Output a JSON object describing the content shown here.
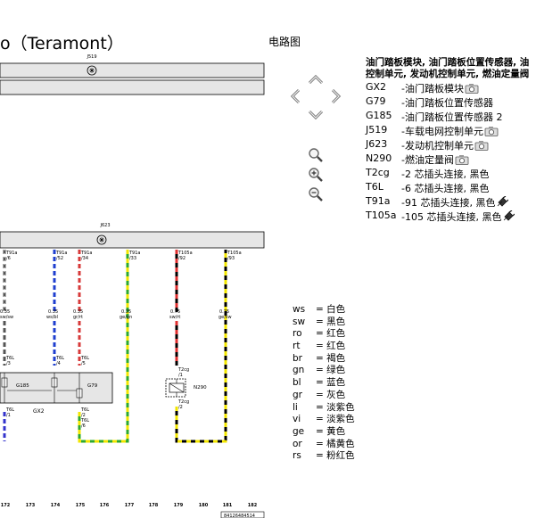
{
  "page": {
    "title": "o（Teramont）",
    "doc_label": "电路图"
  },
  "diagram": {
    "relay_top": "J519",
    "relay_mid": "J623",
    "connectors": [
      {
        "top": "T91a",
        "pin": "/6",
        "bottom": "0.35",
        "color": "sw/sw"
      },
      {
        "top": "T91a",
        "pin": "/52",
        "bottom": "0.35",
        "color": "ws/bl"
      },
      {
        "top": "T91a",
        "pin": "/34",
        "bottom": "0.35",
        "color": "gr/rt"
      },
      {
        "top": "T91a",
        "pin": "/33",
        "bottom": "0.35",
        "color": "ge/gn"
      },
      {
        "top": "T105a",
        "pin": "/92",
        "bottom": "0.75",
        "color": "sw/rt"
      },
      {
        "top": "T105a",
        "pin": "/93",
        "bottom": "0.75",
        "color": "ge/sw"
      }
    ],
    "t6l": [
      {
        "label": "T6L",
        "pin": "/3"
      },
      {
        "label": "T6L",
        "pin": "/4"
      },
      {
        "label": "T6L",
        "pin": "/5"
      }
    ],
    "t6l_bottom": [
      {
        "label": "T6L",
        "pin": "/1"
      },
      {
        "label": "T6L",
        "pin": "/2"
      },
      {
        "label": "T6L",
        "pin": "/6"
      }
    ],
    "sensor_g185": "G185",
    "sensor_g79": "G79",
    "module": "GX2",
    "valve": "N290",
    "t2cg_top": "T2cg",
    "t2cg_top_pin": "/1",
    "t2cg_bot": "T2cg",
    "t2cg_bot_pin": "/2",
    "ticks": [
      "172",
      "173",
      "174",
      "175",
      "176",
      "177",
      "178",
      "179",
      "180",
      "181",
      "182"
    ],
    "part_number": "84126484514"
  },
  "legend": {
    "heading_line1": "油门踏板模块, 油门踏板位置传感器, 油",
    "heading_line2": "控制单元, 发动机控制单元, 燃油定量阀",
    "components": [
      {
        "code": "GX2",
        "desc": "-油门踏板模块",
        "icon": "camera-icon"
      },
      {
        "code": "G79",
        "desc": "-油门踏板位置传感器",
        "icon": ""
      },
      {
        "code": "G185",
        "desc": "-油门踏板位置传感器 2",
        "icon": ""
      },
      {
        "code": "J519",
        "desc": "-车载电网控制单元",
        "icon": "camera-icon"
      },
      {
        "code": "J623",
        "desc": "-发动机控制单元",
        "icon": "camera-icon"
      },
      {
        "code": "N290",
        "desc": "-燃油定量阀",
        "icon": "camera-icon"
      },
      {
        "code": "T2cg",
        "desc": "-2 芯插头连接, 黑色",
        "icon": ""
      },
      {
        "code": "T6L",
        "desc": "-6 芯插头连接, 黑色",
        "icon": ""
      },
      {
        "code": "T91a",
        "desc": "-91 芯插头连接, 黑色",
        "icon": "connector-icon"
      },
      {
        "code": "T105a",
        "desc": "-105 芯插头连接, 黑色",
        "icon": "connector-icon"
      }
    ]
  },
  "wire_colors": [
    {
      "code": "ws",
      "name": "白色"
    },
    {
      "code": "sw",
      "name": "黑色"
    },
    {
      "code": "ro",
      "name": "红色"
    },
    {
      "code": "rt",
      "name": "红色"
    },
    {
      "code": "br",
      "name": "褐色"
    },
    {
      "code": "gn",
      "name": "绿色"
    },
    {
      "code": "bl",
      "name": "蓝色"
    },
    {
      "code": "gr",
      "name": "灰色"
    },
    {
      "code": "li",
      "name": "淡紫色"
    },
    {
      "code": "vi",
      "name": "淡紫色"
    },
    {
      "code": "ge",
      "name": "黄色"
    },
    {
      "code": "or",
      "name": "橘黄色"
    },
    {
      "code": "rs",
      "name": "粉红色"
    }
  ]
}
